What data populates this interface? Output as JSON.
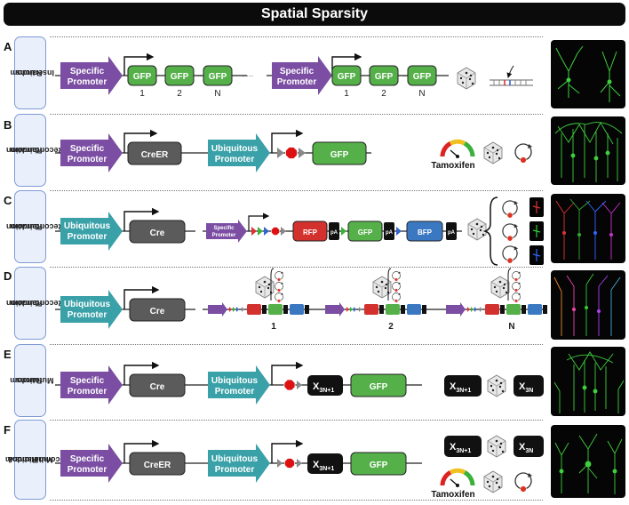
{
  "title": "Spatial Sparsity",
  "rows": [
    {
      "letter": "A",
      "label_lines": [
        "Random",
        "Insertions"
      ]
    },
    {
      "letter": "B",
      "label_lines": [
        "Random",
        "Recombination"
      ]
    },
    {
      "letter": "C",
      "label_lines": [
        "Random",
        "Recombination"
      ]
    },
    {
      "letter": "D",
      "label_lines": [
        "Random",
        "Recombination"
      ]
    },
    {
      "letter": "E",
      "label_lines": [
        "Random",
        "Mutations"
      ]
    },
    {
      "letter": "F",
      "label_lines": [
        "Random",
        "Mutations &",
        "Recombinations"
      ]
    }
  ],
  "labels": {
    "specific_promoter": [
      "Specific",
      "Promoter"
    ],
    "ubiquitous_promoter": [
      "Ubiquitous",
      "Promoter"
    ],
    "gfp": "GFP",
    "rfp": "RFP",
    "bfp": "BFP",
    "pa": "pA",
    "cre": "Cre",
    "creer": "CreER",
    "stop": "STOP",
    "x3n1": "X",
    "x3n1_sub": "3N+1",
    "x3n": "X",
    "x3n_sub": "3N",
    "tamoxifen": "Tamoxifen",
    "copy_numbers": [
      "1",
      "2",
      "N"
    ],
    "ellipsis": "·····"
  },
  "colors": {
    "promoter_specific": "#7b4ea3",
    "promoter_ubiquitous": "#3aa1a8",
    "gfp": "#55b04a",
    "rfp": "#d3312d",
    "bfp": "#3a78c2",
    "cre": "#5b5b5b",
    "neuron": "#4ad44a"
  }
}
